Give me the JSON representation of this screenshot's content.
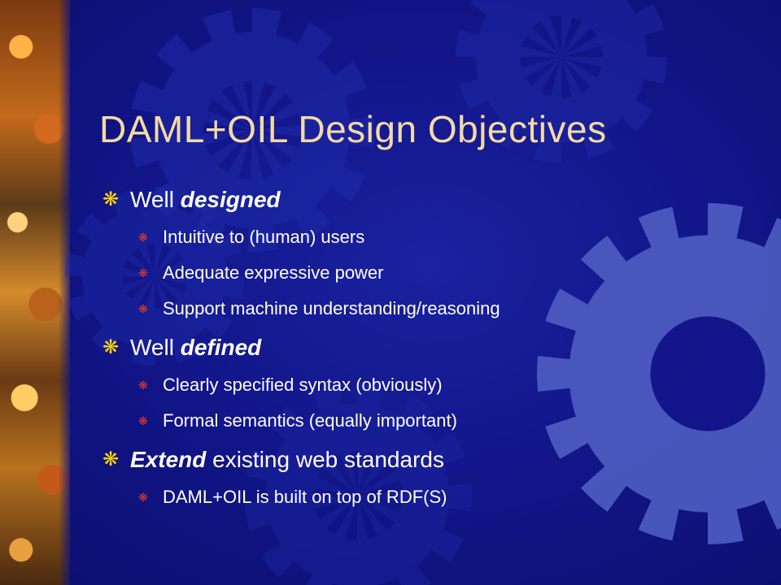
{
  "slide": {
    "title": "DAML+OIL Design Objectives",
    "bullets": [
      {
        "prefix": "Well ",
        "emphasis": "designed",
        "suffix": "",
        "subitems": [
          "Intuitive to (human) users",
          "Adequate expressive power",
          "Support machine understanding/reasoning"
        ]
      },
      {
        "prefix": "Well ",
        "emphasis": "defined",
        "suffix": "",
        "subitems": [
          "Clearly specified syntax (obviously)",
          "Formal semantics (equally important)"
        ]
      },
      {
        "prefix": "",
        "emphasis": "Extend",
        "suffix": " existing web standards",
        "subitems": [
          "DAML+OIL is built on top of RDF(S)"
        ]
      }
    ]
  },
  "icons": {
    "level1_bullet": "gear-bullet-icon",
    "level2_bullet": "small-gear-bullet-icon"
  },
  "colors": {
    "background": "#12168a",
    "title": "#f5d9a4",
    "text": "#ffffff",
    "level1_bullet": "#ffd400",
    "level2_bullet": "#e23a2a"
  }
}
